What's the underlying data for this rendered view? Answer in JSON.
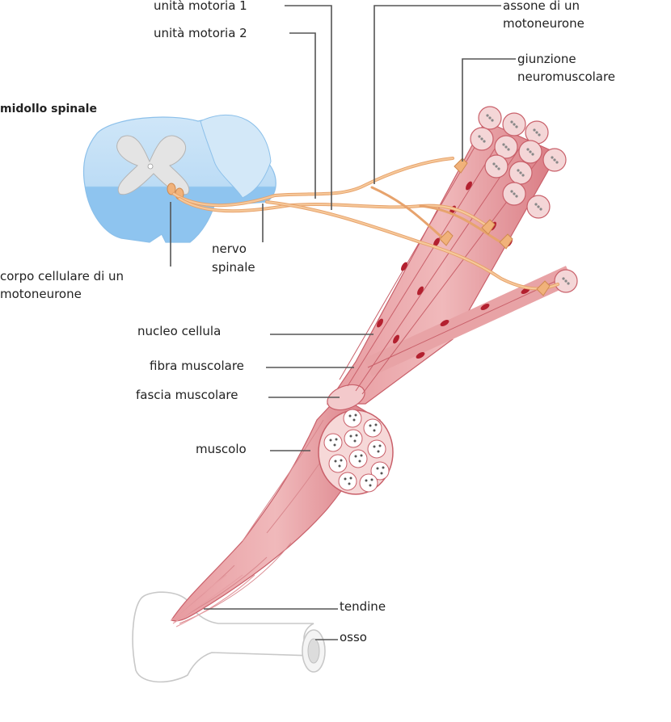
{
  "labels": {
    "motor_unit_1": "unità motoria 1",
    "motor_unit_2": "unità motoria 2",
    "axon_line1": "assone di un",
    "axon_line2": "motoneurone",
    "junction_line1": "giunzione",
    "junction_line2": "neuromuscolare",
    "spinal_cord": "midollo spinale",
    "cell_body_line1": "corpo cellulare di un",
    "cell_body_line2": "motoneurone",
    "nerve_line1": "nervo",
    "nerve_line2": "spinale",
    "cell_nucleus": "nucleo cellula",
    "muscle_fiber": "fibra muscolare",
    "muscle_fascicle": "fascia muscolare",
    "muscle": "muscolo",
    "tendon": "tendine",
    "bone": "osso"
  },
  "colors": {
    "muscle": "#e8a3a6",
    "muscle_dark": "#c9606a",
    "nucleus": "#b3202f",
    "axon": "#f1b27a",
    "spinal_cord": "#a9d2f2",
    "bone_outline": "#c8c8c8"
  }
}
